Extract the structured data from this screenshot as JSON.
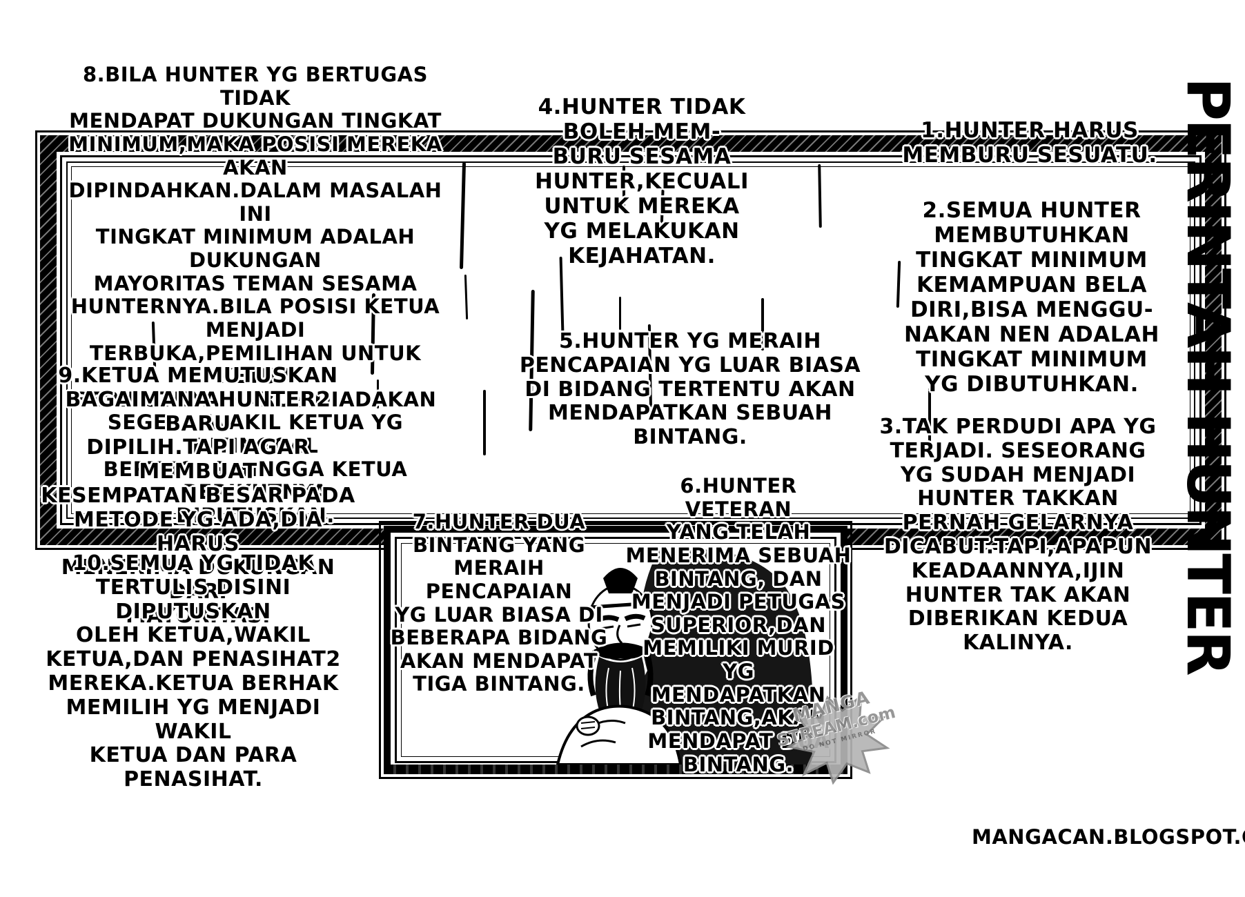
{
  "page": {
    "vertical_title": "PERINTAH HUNTER",
    "credit_url": "MANGACAN.BLOGSPOT.COM",
    "ink_color": "#000000",
    "paper_color": "#ffffff"
  },
  "watermark": {
    "line1": "MANGA",
    "line2": "STREAM.com",
    "line3": "DO NOT MIRROR",
    "color": "#8f8f8f"
  },
  "rules": {
    "rule1": {
      "text": "1.HUNTER HARUS\nMEMBURU SESUATU."
    },
    "rule2": {
      "text": "2.SEMUA HUNTER\nMEMBUTUHKAN\nTINGKAT MINIMUM\nKEMAMPUAN BELA\nDIRI,BISA MENGGU-\nNAKAN NEN ADALAH\nTINGKAT MINIMUM\nYG DIBUTUHKAN."
    },
    "rule3": {
      "text": "3.TAK PERDUDI APA YG\nTERJADI. SESEORANG\nYG SUDAH MENJADI\nHUNTER TAKKAN\nPERNAH GELARNYA\nDICABUT.TAPI,APAPUN\nKEADAANNYA,IJIN\nHUNTER TAK AKAN\nDIBERIKAN KEDUA\nKALINYA."
    },
    "rule4": {
      "text": "4.HUNTER TIDAK\nBOLEH MEM-\nBURU SESAMA\nHUNTER,KECUALI\nUNTUK MEREKA\nYG MELAKUKAN\nKEJAHATAN."
    },
    "rule5": {
      "text": "5.HUNTER YG MERAIH\nPENCAPAIAN YG LUAR BIASA\nDI BIDANG TERTENTU AKAN\nMENDAPATKAN SEBUAH\nBINTANG."
    },
    "rule6": {
      "text": "6.HUNTER VETERAN\nYANG TELAH\nMENERIMA SEBUAH\nBINTANG, DAN\nMENJADI PETUGAS\nSUPERIOR,DAN\nMEMILIKI MURID YG\nMENDAPATKAN\nBINTANG,AKAN\nMENDAPAT DUA\nBINTANG."
    },
    "rule7": {
      "text": "7.HUNTER DUA\nBINTANG YANG\nMERAIH PENCAPAIAN\nYG LUAR BIASA DI\nBEBERAPA BIDANG\nAKAN MENDAPAT\nTIGA BINTANG."
    },
    "rule8": {
      "text": "8.BILA HUNTER YG BERTUGAS TIDAK\nMENDAPAT DUKUNGAN TINGKAT\nMINIMUM,MAKA POSISI MEREKA AKAN\nDIPINDAHKAN.DALAM MASALAH INI\nTINGKAT MINIMUM ADALAH DUKUNGAN\nMAYORITAS TEMAN SESAMA\nHUNTERNYA.BILA POSISI KETUA MENJADI\nTERBUKA,PEMILIHAN UNTUK KETUA\nBERIKUTNYA HARUS DIADAKAN\nSEGERA.WAKIL KETUA YG DITINGGAL\nBERTUGAS HINGGA KETUA BERIKUTNYA\nDIPUTUSKAN."
    },
    "rule9": {
      "text": "9.KETUA MEMUTUSKAN\nBAGAIMANA HUNTER2 BARU\nDIPILIH.TAPI AGAR MEMBUAT\nKESEMPATAN BESAR PADA\nMETODE YG ADA,DIA HARUS\nMENERIMA DUKUNGAN DARI\nMAYORITAS."
    },
    "rule10": {
      "text": "10.SEMUA YG TIDAK\nTERTULIS DISINI DIPUTUSKAN\nOLEH KETUA,WAKIL\nKETUA,DAN PENASIHAT2\nMEREKA.KETUA BERHAK\nMEMILIH YG MENJADI WAKIL\nKETUA DAN PARA PENASIHAT."
    }
  }
}
